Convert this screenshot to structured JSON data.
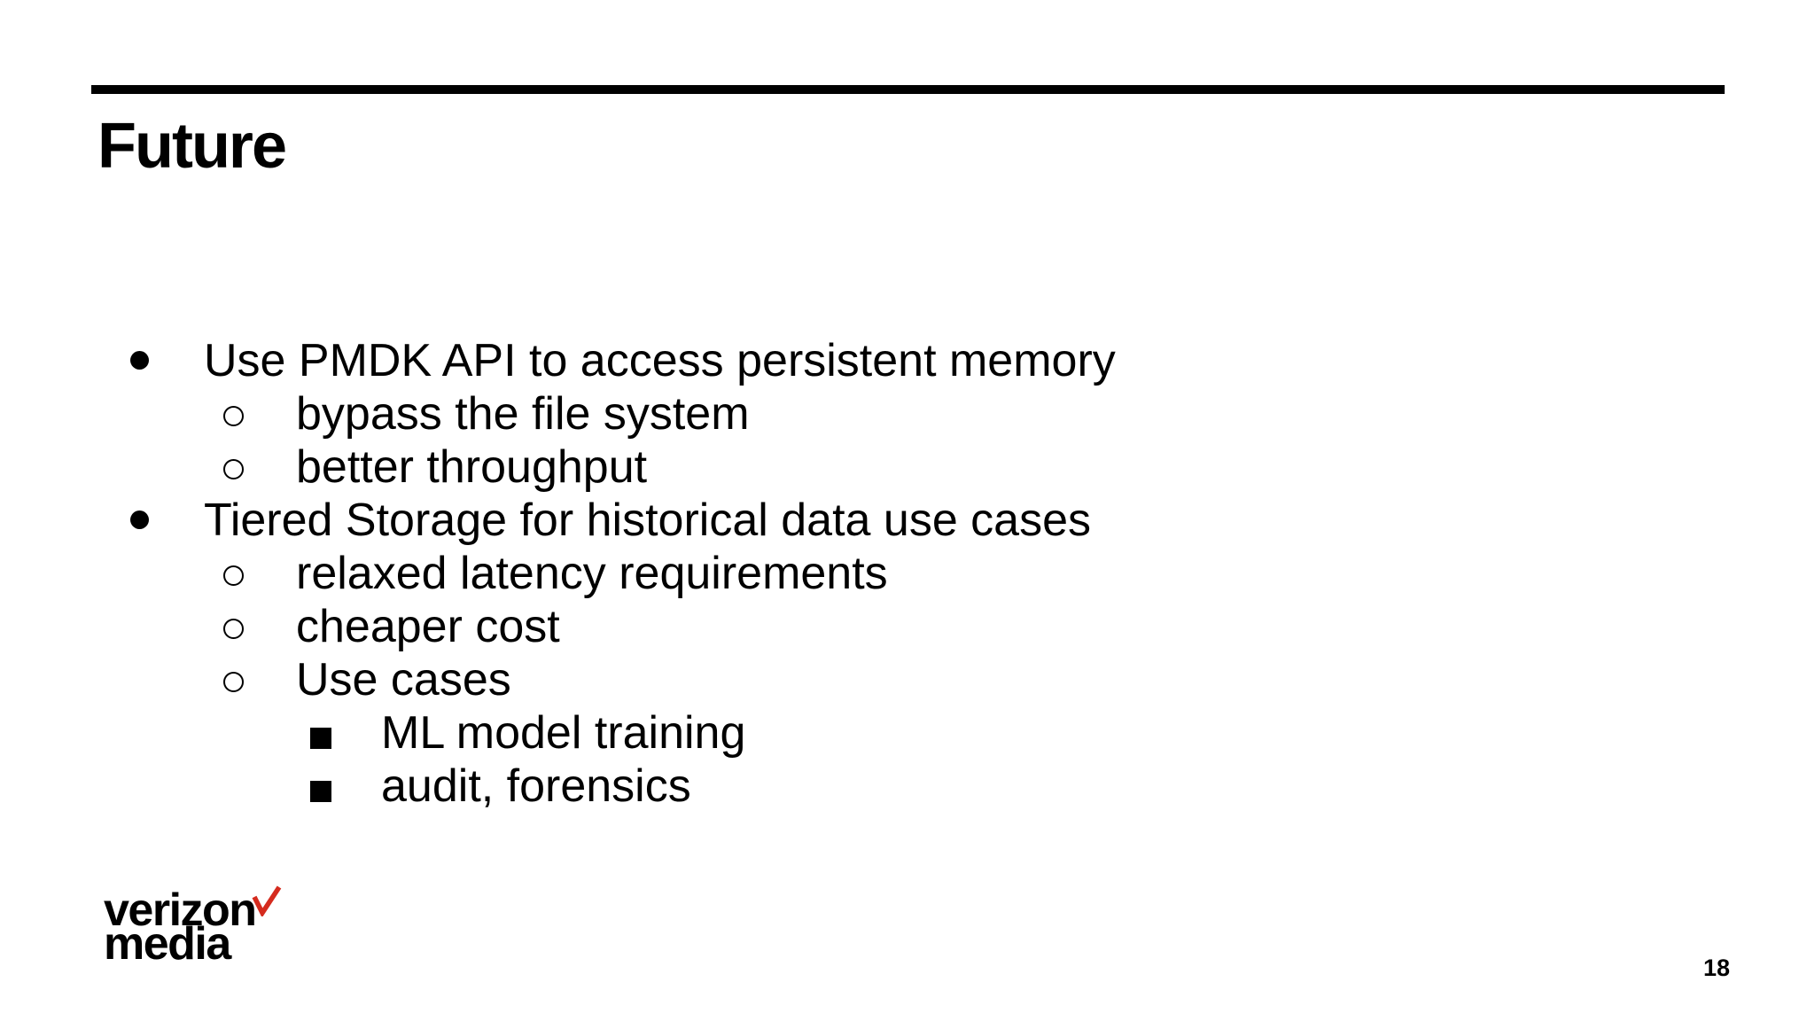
{
  "slide": {
    "title": "Future",
    "bullets": [
      {
        "level": 1,
        "text": "Use PMDK API to access persistent memory"
      },
      {
        "level": 2,
        "text": "bypass the file system"
      },
      {
        "level": 2,
        "text": "better throughput"
      },
      {
        "level": 1,
        "text": "Tiered Storage for historical data use cases"
      },
      {
        "level": 2,
        "text": "relaxed latency requirements"
      },
      {
        "level": 2,
        "text": "cheaper cost"
      },
      {
        "level": 2,
        "text": "Use cases"
      },
      {
        "level": 3,
        "text": "ML model training"
      },
      {
        "level": 3,
        "text": "audit, forensics"
      }
    ],
    "logo": {
      "line1": "verizon",
      "line2": "media",
      "check_color": "#d52b1e"
    },
    "page_number": "18",
    "colors": {
      "background": "#ffffff",
      "text": "#000000",
      "rule": "#000000"
    }
  }
}
